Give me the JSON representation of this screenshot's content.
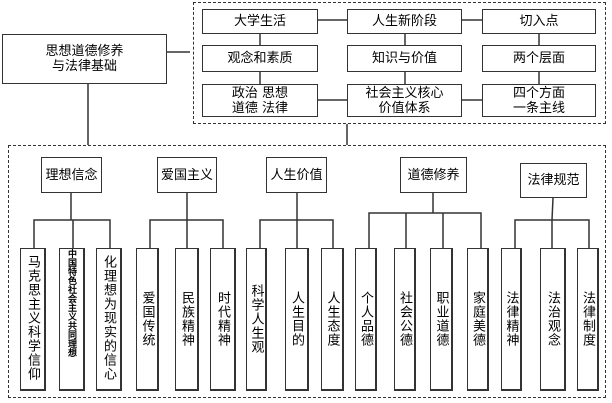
{
  "root": "思想道德修养\n与法律基础",
  "overview": [
    [
      "大学生活",
      "人生新阶段",
      "切入点"
    ],
    [
      "观念和素质",
      "知识与价值",
      "两个层面"
    ],
    [
      "政治 思想\n道德 法律",
      "社会主义核心\n价值体系",
      "四个方面\n一条主线"
    ]
  ],
  "categories": [
    {
      "label": "理想信念",
      "items": [
        "马克思主义科学信仰",
        "中国特色社会主义共同理想",
        "化理想为现实的信心"
      ]
    },
    {
      "label": "爱国主义",
      "items": [
        "爱国传统",
        "民族精神",
        "时代精神"
      ]
    },
    {
      "label": "人生价值",
      "items": [
        "科学人生观",
        "人生目的",
        "人生态度"
      ]
    },
    {
      "label": "道德修养",
      "items": [
        "个人品德",
        "社会公德",
        "职业道德",
        "家庭美德"
      ]
    },
    {
      "label": "法律规范",
      "items": [
        "法律精神",
        "法治观念",
        "法律制度"
      ]
    }
  ]
}
